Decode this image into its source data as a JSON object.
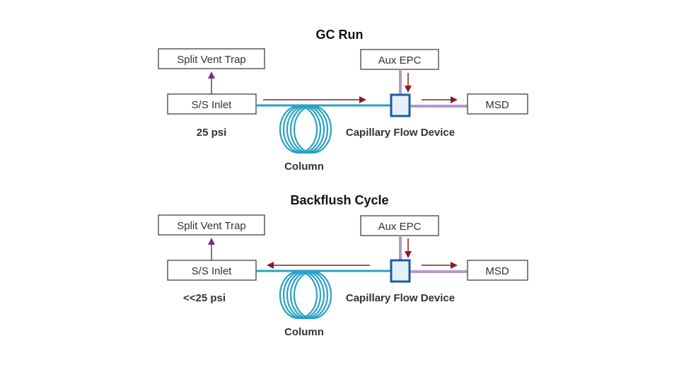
{
  "diagrams": [
    {
      "title": "GC Run",
      "split_vent_trap": "Split Vent Trap",
      "inlet": "S/S Inlet",
      "pressure": "25 psi",
      "column": "Column",
      "aux_epc": "Aux EPC",
      "device": "Capillary Flow Device",
      "detector": "MSD",
      "column_flow_direction": "forward"
    },
    {
      "title": "Backflush Cycle",
      "split_vent_trap": "Split Vent Trap",
      "inlet": "S/S Inlet",
      "pressure": "<<25 psi",
      "column": "Column",
      "aux_epc": "Aux EPC",
      "device": "Capillary Flow Device",
      "detector": "MSD",
      "column_flow_direction": "reverse"
    }
  ],
  "colors": {
    "column": "#2aa1c4",
    "transfer_line": "#b39ac8",
    "flow_arrow": "#8b1a2e",
    "vent_arrow": "#7b2d8e",
    "device_fill": "#e6f0f8",
    "device_stroke": "#1f5aa0"
  }
}
